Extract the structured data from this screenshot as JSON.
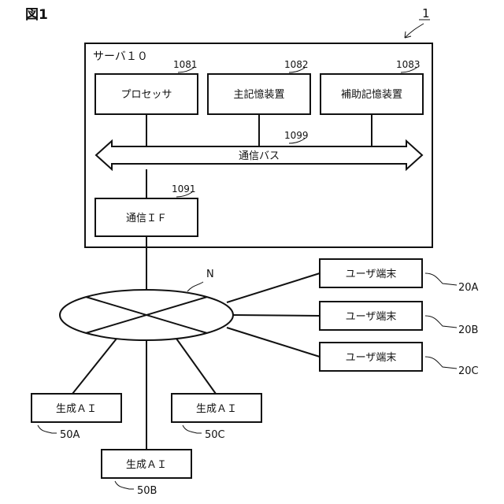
{
  "figure_label": "図1",
  "system_ref": "1",
  "server": {
    "title": "サーバ１０",
    "processor": {
      "label": "プロセッサ",
      "ref": "1081"
    },
    "main_storage": {
      "label": "主記憶装置",
      "ref": "1082"
    },
    "aux_storage": {
      "label": "補助記憶装置",
      "ref": "1083"
    },
    "bus": {
      "label": "通信バス",
      "ref": "1099"
    },
    "comm_if": {
      "label": "通信ＩＦ",
      "ref": "1091"
    }
  },
  "network": {
    "ref": "N"
  },
  "user_terminals": [
    {
      "label": "ユーザ端末",
      "ref": "20A"
    },
    {
      "label": "ユーザ端末",
      "ref": "20B"
    },
    {
      "label": "ユーザ端末",
      "ref": "20C"
    }
  ],
  "generative_ais": [
    {
      "label": "生成ＡＩ",
      "ref": "50A"
    },
    {
      "label": "生成ＡＩ",
      "ref": "50B"
    },
    {
      "label": "生成ＡＩ",
      "ref": "50C"
    }
  ]
}
